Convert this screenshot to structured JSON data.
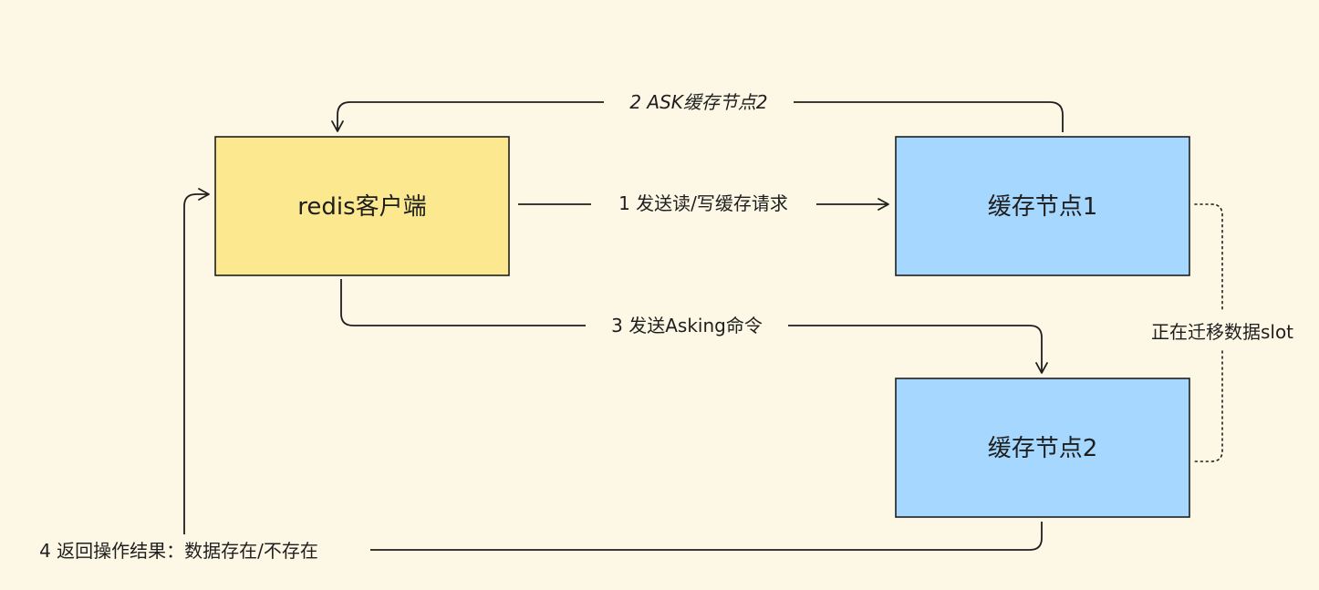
{
  "nodes": {
    "client": {
      "label": "redis客户端",
      "fill": "#fce98f",
      "stroke": "#1e1e1e"
    },
    "cache1": {
      "label": "缓存节点1",
      "fill": "#a6d8ff",
      "stroke": "#1e1e1e"
    },
    "cache2": {
      "label": "缓存节点2",
      "fill": "#a6d8ff",
      "stroke": "#1e1e1e"
    }
  },
  "edges": {
    "step1": {
      "label": "1 发送读/写缓存请求"
    },
    "step2": {
      "label": "2 ASK缓存节点2"
    },
    "step3": {
      "label": "3 发送Asking命令"
    },
    "step4": {
      "label": "4 返回操作结果：数据存在/不存在"
    },
    "migration": {
      "label": "正在迁移数据slot"
    }
  },
  "colors": {
    "background": "#fdf8e6",
    "line": "#1e1e1e"
  }
}
